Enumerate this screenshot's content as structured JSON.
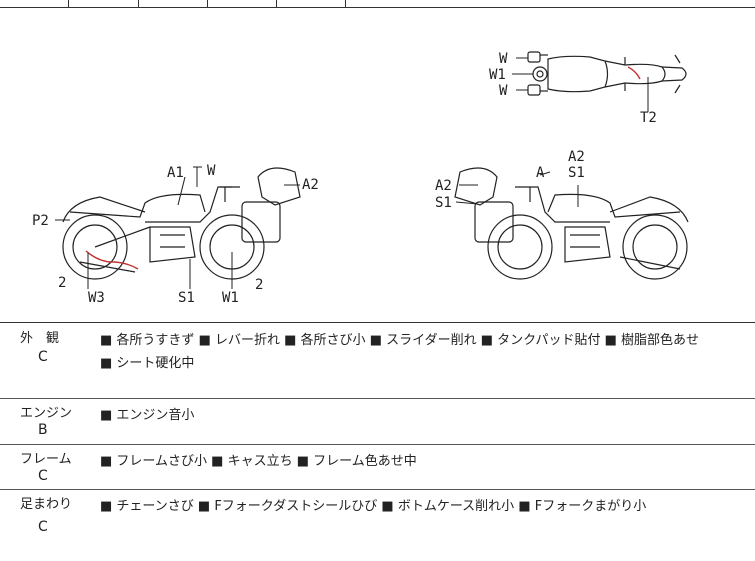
{
  "diagram": {
    "top_labels": [
      "W",
      "W1",
      "W",
      "T2"
    ],
    "left_labels": [
      "A1",
      "W",
      "A2",
      "P2",
      "2",
      "W3",
      "S1",
      "W1",
      "2"
    ],
    "right_labels": [
      "A2",
      "A",
      "S1",
      "A2",
      "S1"
    ]
  },
  "rows": [
    {
      "label": "外　観",
      "grade": "C",
      "items": [
        "■ 各所うすきず",
        "■ レバー折れ",
        "■ 各所さび小",
        "■ スライダー削れ",
        "■ タンクパッド貼付",
        "■ 樹脂部色あせ",
        "■ シート硬化中"
      ]
    },
    {
      "label": "エンジン",
      "grade": "B",
      "items": [
        "■ エンジン音小"
      ]
    },
    {
      "label": "フレーム",
      "grade": "C",
      "items": [
        "■ フレームさび小",
        "■ キャス立ち",
        "■ フレーム色あせ中"
      ]
    },
    {
      "label": "足まわり",
      "grade": "C",
      "items": [
        "■ チェーンさび",
        "■ Fフォークダストシールひび",
        "■ ボトムケース削れ小",
        "■ Fフォークまがり小"
      ]
    }
  ]
}
